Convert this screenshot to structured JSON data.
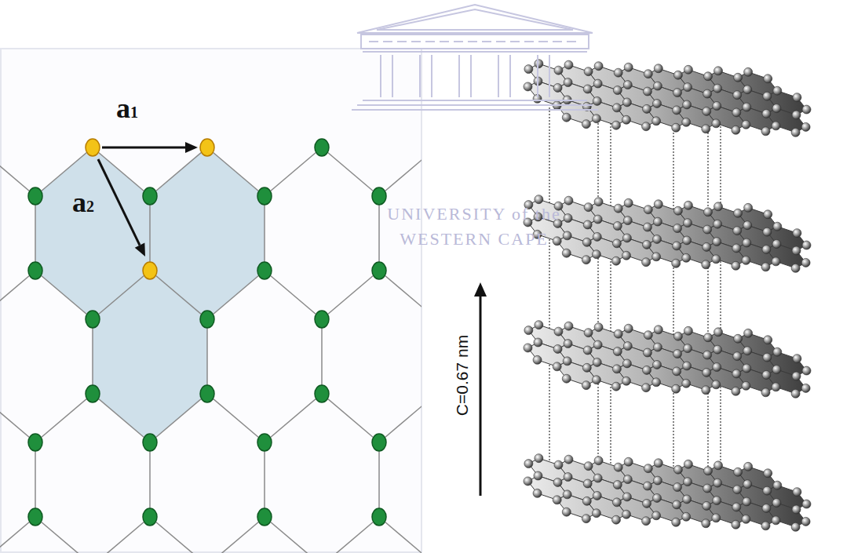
{
  "diagram": {
    "labels": [
      "a1",
      "a2",
      "C=0.67 nm",
      "UNIVERSITY of the",
      "WESTERN CAPE"
    ]
  }
}
